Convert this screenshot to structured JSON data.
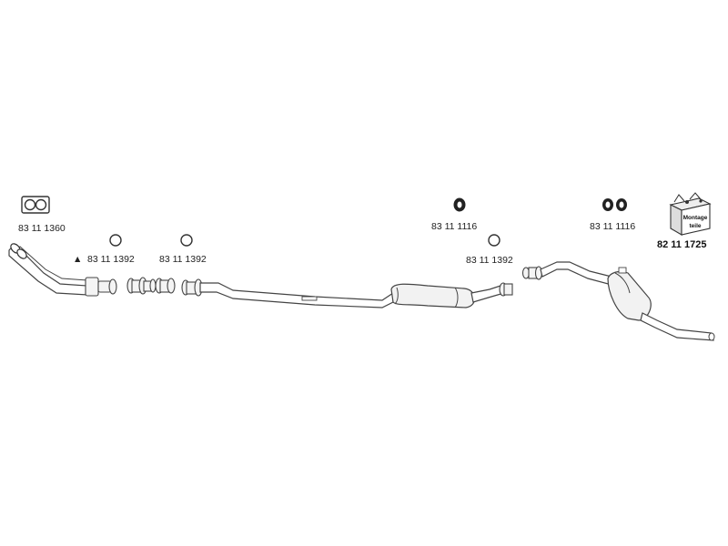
{
  "diagram": {
    "parts": {
      "gasket_front": {
        "part_number": "83 11 1360",
        "icon": "double-ring-gasket-icon"
      },
      "ring_a": {
        "part_number": "83 11 1392",
        "marker": "▲",
        "icon": "ring-icon"
      },
      "ring_b": {
        "part_number": "83 11 1392",
        "icon": "ring-icon"
      },
      "hanger_mid": {
        "part_number": "83 11 1116",
        "icon": "rubber-hanger-icon"
      },
      "ring_c": {
        "part_number": "83 11 1392",
        "icon": "ring-icon"
      },
      "hanger_rear": {
        "part_number": "83 11 1116",
        "icon": "double-rubber-hanger-icon"
      },
      "mounting_kit": {
        "part_number": "82 11 1725",
        "box_text_line1": "Montage",
        "box_text_line2": "teile",
        "icon": "mounting-kit-box-icon"
      }
    }
  }
}
